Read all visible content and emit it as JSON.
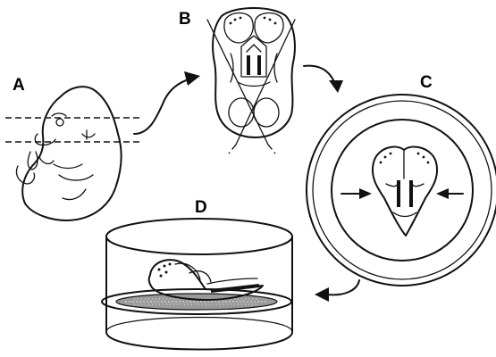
{
  "panels": {
    "a": {
      "label": "A"
    },
    "b": {
      "label": "B"
    },
    "c": {
      "label": "C"
    },
    "d": {
      "label": "D"
    }
  },
  "colors": {
    "ink": "#111111",
    "background": "#ffffff"
  }
}
